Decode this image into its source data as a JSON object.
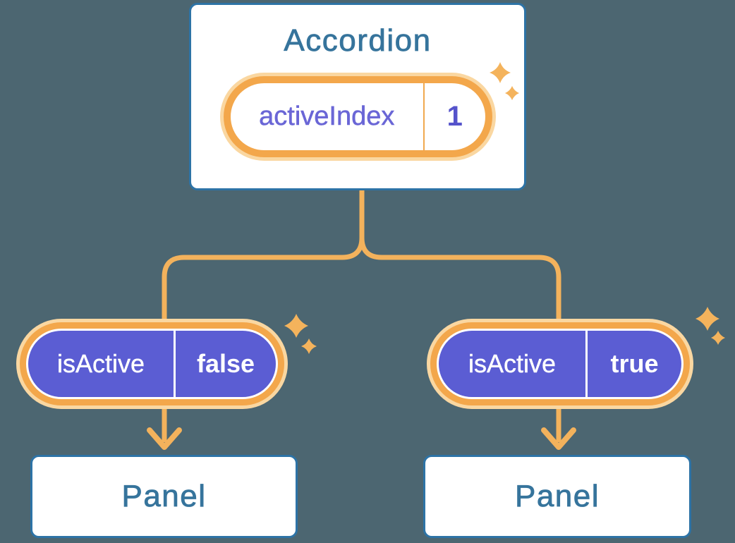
{
  "diagram": {
    "root": {
      "title": "Accordion",
      "state": {
        "label": "activeIndex",
        "value": "1"
      }
    },
    "branches": [
      {
        "prop": {
          "label": "isActive",
          "value": "false"
        },
        "child": {
          "title": "Panel"
        }
      },
      {
        "prop": {
          "label": "isActive",
          "value": "true"
        },
        "child": {
          "title": "Panel"
        }
      }
    ]
  },
  "icons": {
    "sparkle": "✦",
    "arrow_down": "↓"
  },
  "colors": {
    "background": "#4c6671",
    "card_fill": "#ffffff",
    "card_border": "#2d73a6",
    "card_text": "#36749c",
    "connector": "#f3b25c",
    "pill_ring": "#f3a74b",
    "pill_halo": "#fad7a1",
    "prop_pill_fill": "#5b5dd3",
    "state_label_text": "#6a66d6",
    "state_value_text": "#5553cb",
    "prop_text": "#ffffff",
    "sparkle": "#f4b35c"
  }
}
